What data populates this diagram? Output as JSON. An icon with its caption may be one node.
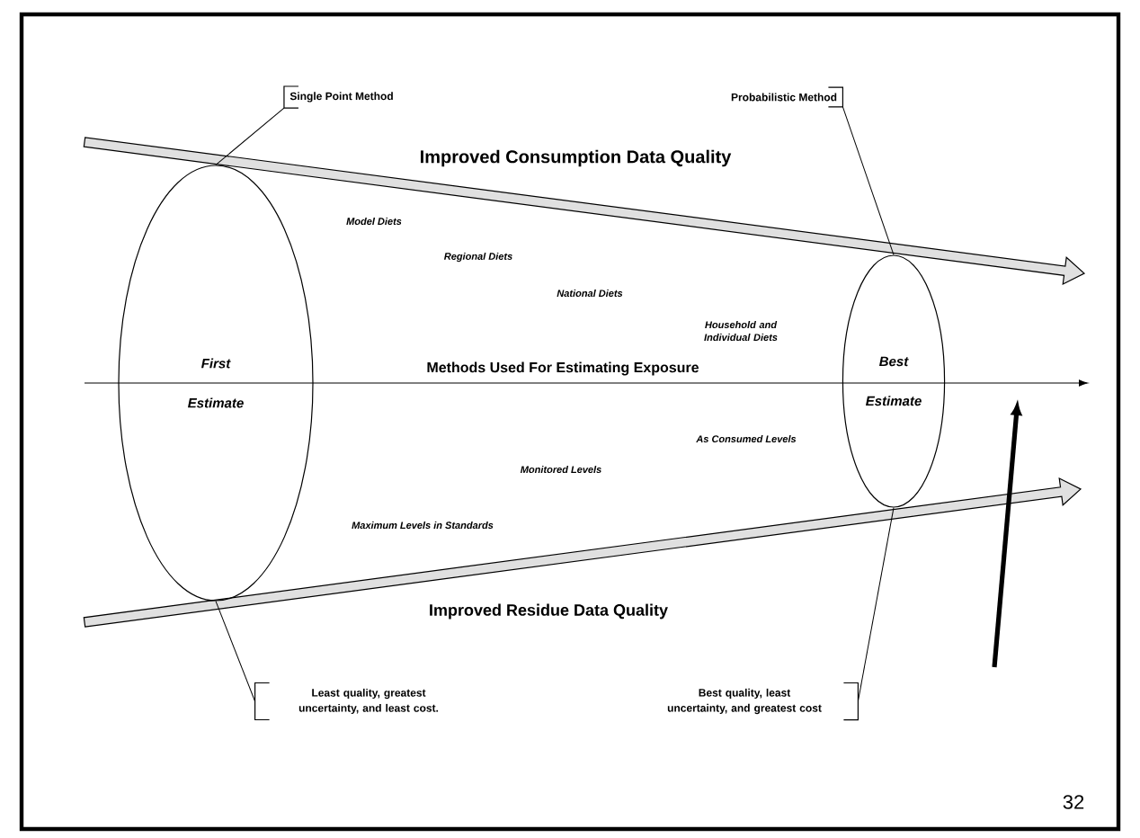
{
  "diagram": {
    "nodes": [
      {
        "text": [
          "First Estimate"
        ]
      },
      {
        "text": [
          "Best Estimate"
        ]
      },
      {
        "text": [
          "Single Point Method"
        ]
      },
      {
        "text": [
          "Probabilistic Method"
        ]
      },
      {
        "text": [
          "Least quality, greatest uncertainty, and least cost."
        ]
      },
      {
        "text": [
          "Best quality, least uncertainty, and greatest cost"
        ]
      }
    ],
    "edges": [
      {
        "from": 2,
        "to": 0,
        "arrow": "none"
      },
      {
        "from": 3,
        "to": 1,
        "arrow": "none"
      },
      {
        "from": 4,
        "to": 0,
        "arrow": "none"
      },
      {
        "from": 5,
        "to": 1,
        "arrow": "none"
      }
    ],
    "labels": [
      "Improved Consumption Data Quality",
      "Model Diets",
      "Regional Diets",
      "National Diets",
      "Household and Individual Diets",
      "Methods Used For Estimating Exposure",
      "As Consumed Levels",
      "Monitored Levels",
      "Maximum Levels in Standards",
      "Improved Residue Data Quality",
      "32"
    ]
  }
}
